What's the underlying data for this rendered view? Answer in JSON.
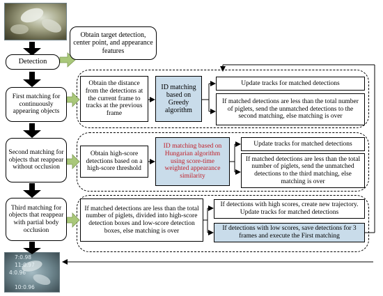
{
  "left": {
    "detection": "Detection",
    "first": "First matching for continuously appearing objects",
    "second": "Second matching for objects that reappear without occlusion",
    "third": "Third matching for objects that reappear with partial body occlusion"
  },
  "top_note": "Obtain target detection, center point, and appearance features",
  "row1": {
    "obtain": "Obtain the distance from the detections at the current frame to tracks at the previous frame",
    "id": "ID matching based on Greedy algorithm",
    "update": "Update tracks for matched detections",
    "ifless": "If matched detections are less than the total number of piglets, send the unmatched detections to the second matching, else matching is over"
  },
  "row2": {
    "obtain": "Obtain high-score detections based on a high-score threshold",
    "id": "ID matching based on Hungarian algorithm using score-time weighted appearance similarity",
    "update": "Update tracks for matched detections",
    "ifless": "If matched detections are less than the total number of piglets, send the unmatched detections to the third matching, else matching is over"
  },
  "row3": {
    "divide": "If matched detections are less than the total number of piglets, divided into high-score detection boxes and low-score detection boxes, else matching is over",
    "high": "If detections with high scores, create new trajectory. Update tracks for matched detections",
    "low": "If detections with low scores, save detections for 3 frames and execute the First matching"
  },
  "output_photo_labels": [
    "7:0.98",
    "11:0.97",
    "4:0.96",
    "10:0.96"
  ],
  "colors": {
    "blue_box": "#c9dcea",
    "green_arrow": "#a9c77a",
    "red_text": "#c0202a"
  }
}
